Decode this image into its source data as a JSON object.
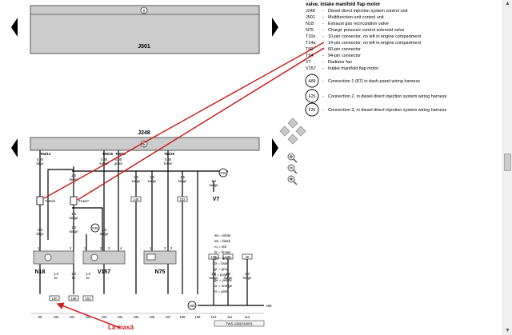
{
  "legend": {
    "heading": "valve, intake manifold flap motor",
    "rows": [
      {
        "code": "J248",
        "desc": "Diesel direct injection system control unit"
      },
      {
        "code": "J501",
        "desc": "Multifunction unit control unit"
      },
      {
        "code": "N18",
        "desc": "Exhaust gas recirculation valve"
      },
      {
        "code": "N75",
        "desc": "Charge pressure control solenoid valve"
      },
      {
        "code": "T10x",
        "desc": "10-pin connector, on left in engine compartment"
      },
      {
        "code": "T14a",
        "desc": "14-pin connector, on left in engine compartment"
      },
      {
        "code": "T60",
        "desc": "60-pin connector"
      },
      {
        "code": "T94",
        "desc": "94-pin connector"
      },
      {
        "code": "V7",
        "desc": "Radiator fan"
      },
      {
        "code": "V157",
        "desc": "Intake manifold flap motor"
      }
    ],
    "connections": [
      {
        "code": "A89",
        "desc": "Connection 1 (87) in dash panel wiring harness"
      },
      {
        "code": "F25",
        "desc": "Connection 2, in diesel direct injection system wiring harness"
      },
      {
        "code": "F26",
        "desc": "Connection 3, in diesel direct injection system wiring harness"
      }
    ]
  },
  "colors_key": [
    {
      "code": "ws",
      "name": "white"
    },
    {
      "code": "sw",
      "name": "black"
    },
    {
      "code": "ro",
      "name": "red"
    },
    {
      "code": "br",
      "name": "brown"
    },
    {
      "code": "gn",
      "name": "green"
    },
    {
      "code": "bl",
      "name": "blue"
    },
    {
      "code": "gr",
      "name": "grey"
    },
    {
      "code": "li",
      "name": "purple"
    },
    {
      "code": "ge",
      "name": "yellow"
    },
    {
      "code": "or",
      "name": "orange"
    },
    {
      "code": "rs",
      "name": "pink"
    }
  ],
  "diagram": {
    "top_unit": "J501",
    "main_unit": "J248",
    "ground_symbol": "⏚",
    "pins": [
      "T94/13",
      "T60/25",
      "T60/50",
      "T60/20"
    ],
    "connectors": [
      "T10x/5",
      "T14a/7"
    ],
    "fuse_labels": [
      "F25",
      "F26",
      "A89"
    ],
    "wires": [
      {
        "size": "0,35",
        "color": "bl/ge"
      },
      {
        "size": "1,0",
        "color": "sw/ge"
      },
      {
        "size": "0,35",
        "color": "sw/ge"
      },
      {
        "size": "0,35",
        "color": "gr/ws"
      },
      {
        "size": "1,0",
        "color": "sw/ge"
      },
      {
        "size": "1,0",
        "color": "sw/ge"
      },
      {
        "size": "0,35",
        "color": "br/sw"
      },
      {
        "size": "1,5",
        "color": "sw/ge"
      },
      {
        "size": "1,0",
        "color": "sw/ge"
      },
      {
        "size": "0,5",
        "color": "bl/ge"
      },
      {
        "size": "1,0",
        "color": "sw/ge"
      },
      {
        "size": "1,0",
        "color": "sw/ge"
      },
      {
        "size": "1,0",
        "color": "sw/ge"
      },
      {
        "size": "1,0",
        "color": "br"
      },
      {
        "size": "1,0",
        "color": "br"
      },
      {
        "size": "1,0",
        "color": "br"
      },
      {
        "size": "1,0",
        "color": "sw/ge"
      },
      {
        "size": "1,0",
        "color": "sw/ge"
      },
      {
        "size": "1,0",
        "color": "sw/ge"
      }
    ],
    "refs_mid": [
      "146",
      "152"
    ],
    "refs_bottom": [
      "150",
      "168",
      "151"
    ],
    "refs_right": [
      "109",
      "172",
      "40"
    ],
    "components": [
      "N18",
      "V157",
      "N75",
      "V7"
    ],
    "pin_numbers": [
      "1",
      "2",
      "1",
      "2",
      "3",
      "4",
      "1",
      "3",
      "2"
    ],
    "tracks": [
      "99",
      "100",
      "101",
      "102",
      "103",
      "104",
      "105",
      "106",
      "107",
      "108",
      "109",
      "110",
      "111",
      "112"
    ],
    "doc_code": "TWS-1381010001",
    "annotation": "La masă"
  },
  "accent": "#cc2020"
}
